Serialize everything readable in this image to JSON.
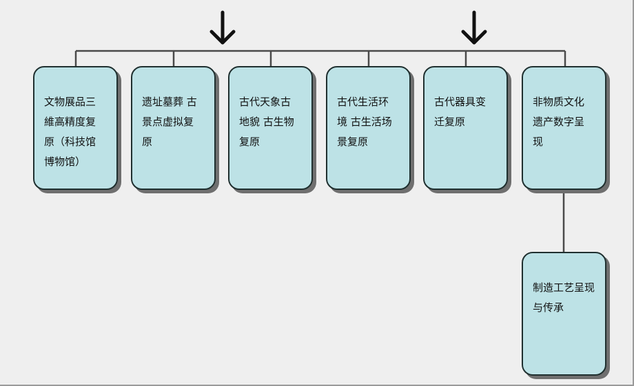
{
  "diagram": {
    "nodes": [
      {
        "id": "n1",
        "label": "文物展品三\n維高精度复\n原（科技馆\n博物馆）"
      },
      {
        "id": "n2",
        "label": "遗址墓葬 古\n景点虚拟复\n原"
      },
      {
        "id": "n3",
        "label": "古代天象古\n地貌 古生物\n复原"
      },
      {
        "id": "n4",
        "label": "古代生活环\n境 古生活场\n景复原"
      },
      {
        "id": "n5",
        "label": "古代器具变\n迁复原"
      },
      {
        "id": "n6",
        "label": "非物质文化\n遗产数字呈\n现"
      },
      {
        "id": "n7",
        "label": "制造工艺呈现\n与传承"
      }
    ],
    "edges": [
      {
        "from": "n6",
        "to": "n7"
      }
    ],
    "colors": {
      "background": "#efefef",
      "node_fill": "#bde2e6",
      "node_border": "#1f2f2f",
      "node_shadow": "#6f6f6f",
      "line": "#4a4a4a",
      "arrow": "#111111"
    }
  }
}
